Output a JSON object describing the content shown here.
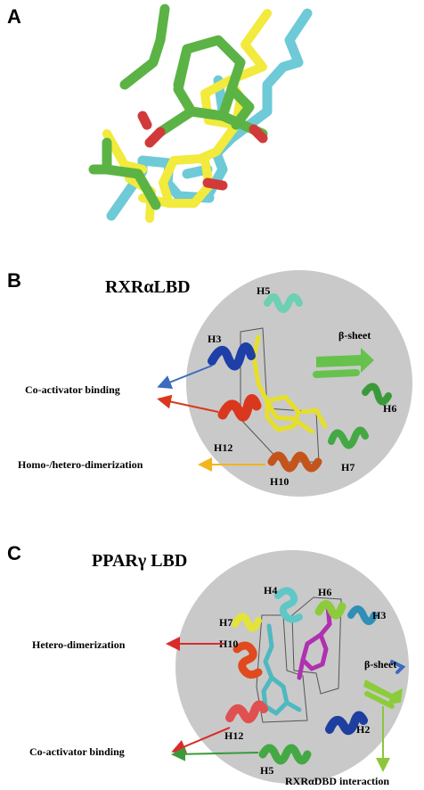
{
  "panel_a": {
    "letter": "A",
    "colors": {
      "green": "#5cb345",
      "yellow": "#f2ea3c",
      "cyan": "#6ecad6",
      "red": "#d23a3a"
    }
  },
  "panel_b": {
    "letter": "B",
    "title": "RXRαLBD",
    "labels": {
      "h5": "H5",
      "beta_sheet": "β-sheet",
      "h3": "H3",
      "h6": "H6",
      "h12": "H12",
      "h7": "H7",
      "h10": "H10"
    },
    "annotations": {
      "coactivator": "Co-activator binding",
      "dimerization": "Homo-/hetero-dimerization"
    },
    "colors": {
      "circle": "#c9c9c9",
      "h5": "#6fcfb3",
      "h3": "#1f3fa8",
      "beta_sheet": "#66c24c",
      "h6": "#3a9a3a",
      "h12": "#d9381e",
      "h7": "#44a844",
      "h10": "#c4541a",
      "ligand": "#e6df2a",
      "arrow_blue": "#3b6bbf",
      "arrow_red": "#d9381e",
      "arrow_orange": "#f2b51e"
    }
  },
  "panel_c": {
    "letter": "C",
    "title": "PPARγ LBD",
    "labels": {
      "h4": "H4",
      "h6": "H6",
      "h7": "H7",
      "h3": "H3",
      "h10": "H10",
      "beta_sheet": "β-sheet",
      "h12": "H12",
      "h2": "H2",
      "h5": "H5"
    },
    "annotations": {
      "heterodimerization": "Hetero-dimerization",
      "coactivator": "Co-activator binding",
      "rxr_dbd": "RXRαDBD interaction"
    },
    "colors": {
      "circle": "#c9c9c9",
      "h4": "#5fc8c6",
      "h6": "#8ccc3c",
      "h7": "#e3e33a",
      "h3": "#2f8fb5",
      "h10": "#e04a1e",
      "beta_sheet": "#8ccc3c",
      "h12": "#e05050",
      "h2": "#1e3fa0",
      "h5": "#44a844",
      "ligand_cyan": "#4fb8c0",
      "ligand_magenta": "#b030b0",
      "arrow_red": "#d92b2b",
      "arrow_green": "#3a9a3a",
      "arrow_lightgreen": "#8cc63c"
    }
  }
}
